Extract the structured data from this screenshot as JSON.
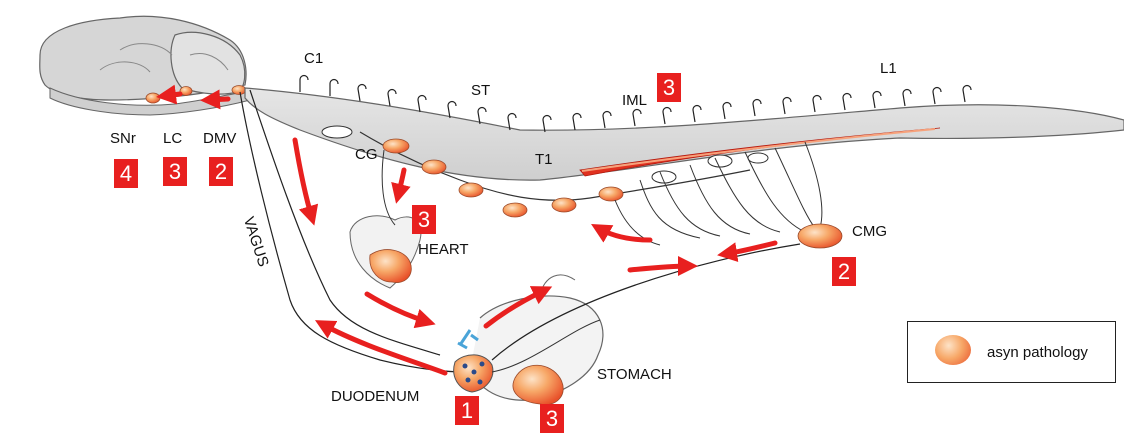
{
  "labels": {
    "c1": "C1",
    "st": "ST",
    "iml": "IML",
    "l1": "L1",
    "t1": "T1",
    "snr": "SNr",
    "lc": "LC",
    "dmv": "DMV",
    "cg": "CG",
    "heart": "HEART",
    "vagus": "VAGUS",
    "cmg": "CMG",
    "duodenum": "DUODENUM",
    "stomach": "STOMACH"
  },
  "badges": {
    "snr": "4",
    "lc": "3",
    "dmv": "2",
    "iml": "3",
    "heart": "3",
    "cmg": "2",
    "duodenum": "1",
    "stomach": "3"
  },
  "legend": {
    "text": "asyn pathology"
  },
  "colors": {
    "badge": "#e8201f",
    "arrow": "#e8201f",
    "pathology_fill": "#f59a5e",
    "iml_column": "#e0311f",
    "tissue": "#d9d9d9"
  }
}
